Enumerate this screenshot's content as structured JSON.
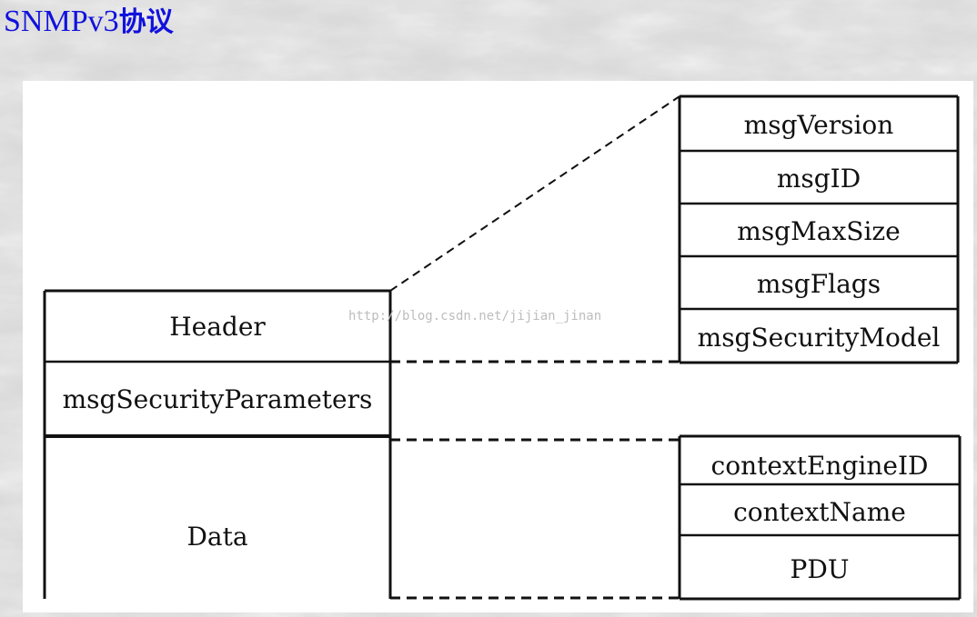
{
  "slide": {
    "title_latin": "SNMPv3",
    "title_rest": "协议"
  },
  "diagram": {
    "left_stack": [
      "Header",
      "msgSecurityParameters",
      "Data"
    ],
    "header_fields": [
      "msgVersion",
      "msgID",
      "msgMaxSize",
      "msgFlags",
      "msgSecurityModel"
    ],
    "data_fields": [
      "contextEngineID",
      "contextName",
      "PDU"
    ],
    "watermark": "http://blog.csdn.net/jijian_jinan"
  },
  "colors": {
    "title": "#1111dd",
    "line": "#111111",
    "panel": "#ffffff",
    "background": "#d7d7d7"
  }
}
